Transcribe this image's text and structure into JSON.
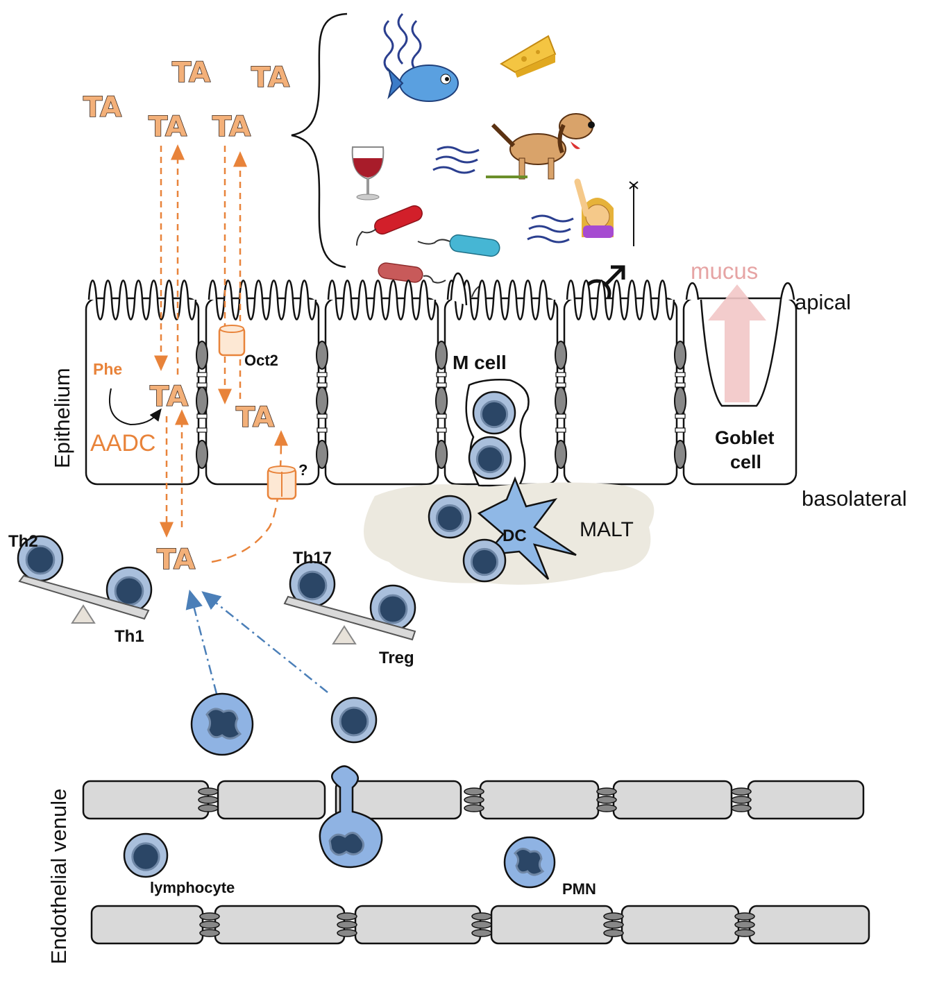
{
  "labels": {
    "ta": "TA",
    "phe": "Phe",
    "aadc": "AADC",
    "oct2": "Oct2",
    "question": "?",
    "m_cell": "M cell",
    "goblet_1": "Goblet",
    "goblet_2": "cell",
    "mucus": "mucus",
    "apical": "apical",
    "basolateral": "basolateral",
    "epithelium": "Epithelium",
    "malt": "MALT",
    "dc": "DC",
    "th2": "Th2",
    "th1": "Th1",
    "th17": "Th17",
    "treg": "Treg",
    "lymphocyte": "lymphocyte",
    "pmn": "PMN",
    "endothelial_venule": "Endothelial venule"
  },
  "colors": {
    "ta_fill": "#f3b079",
    "orange_arrow": "#e8833a",
    "blue_arrow": "#4b7fb8",
    "cell_fill": "#8faedb",
    "cell_nucleus": "#2b4666",
    "vessel_fill": "#d9d9d9",
    "malt_fill": "#ece9df",
    "mucus_arrow": "#f2c7c7",
    "bacterium_red": "#d03a3a",
    "bacterium_blue": "#4db3d1"
  },
  "icons": [
    "fish-icon",
    "cheese-icon",
    "wine-glass-icon",
    "dog-icon",
    "woman-icon",
    "male-symbol-icon",
    "bacterium-icon"
  ]
}
